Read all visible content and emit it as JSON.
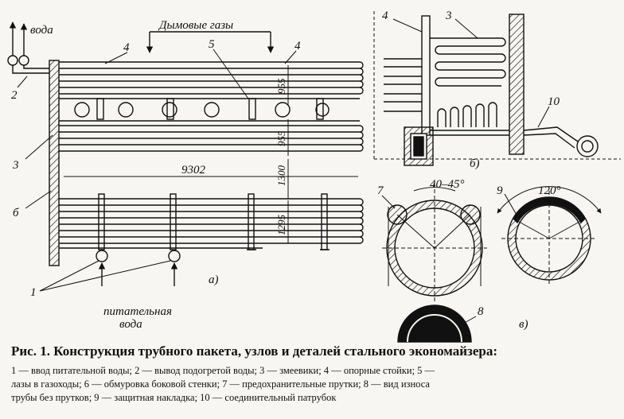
{
  "figure": {
    "labels": {
      "water": "вода",
      "flue_gases": "Дымовые газы",
      "feed_water_1": "питательная",
      "feed_water_2": "вода",
      "sub_a": "а)",
      "sub_b": "б)",
      "sub_c": "в)",
      "n1": "1",
      "n2": "2",
      "n3": "3",
      "n4a": "4",
      "n4b": "4",
      "n5": "5",
      "n6": "б",
      "n7": "7",
      "n8": "8",
      "n9": "9",
      "n10": "10",
      "b_n3": "3",
      "b_n4": "4"
    },
    "dimensions": {
      "d955a": "955",
      "d955b": "955",
      "d9302": "9302",
      "d1300": "1300",
      "d1295": "1295",
      "angle1": "40–45°",
      "angle2": "120°"
    }
  },
  "caption": "Рис. 1. Конструкция трубного пакета, узлов и деталей стального экономайзера:",
  "legend": {
    "line1": "1 — ввод питательной воды;  2 — вывод подогретой воды; 3 — змеевики;  4 — опорные стойки; 5 —",
    "line2": "лазы в газоходы; 6 — обмуровка боковой стенки; 7 — предохранительные прутки; 8 — вид износа",
    "line3": "трубы без прутков; 9 — защитная накладка; 10 — соединительный патрубок"
  },
  "colors": {
    "ink": "#111111",
    "paper": "#f7f6f2"
  }
}
